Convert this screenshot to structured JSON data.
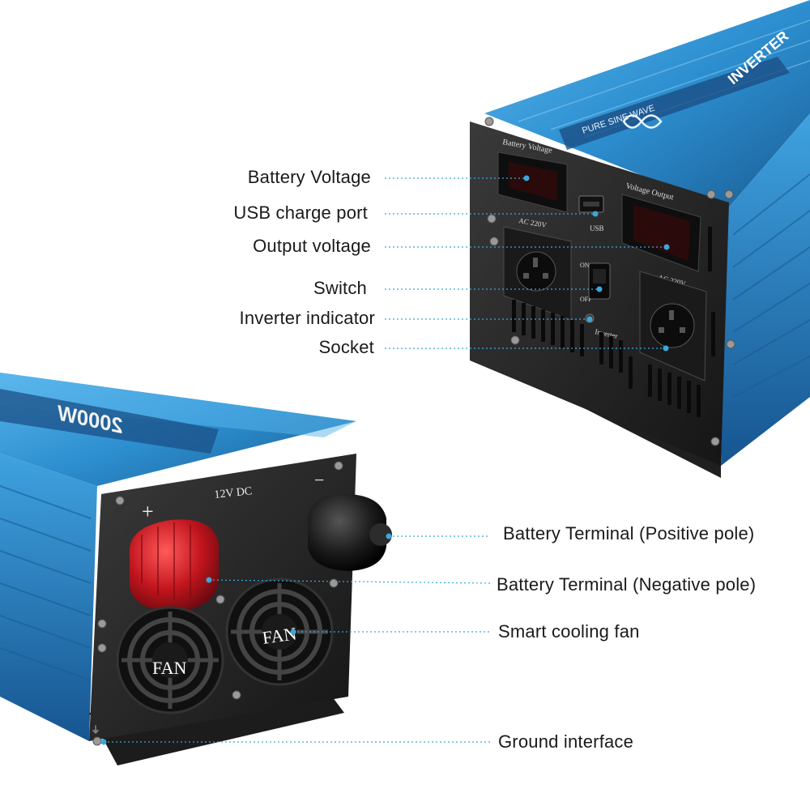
{
  "top_unit": {
    "panel_text": {
      "battery_voltage": "Battery Voltage",
      "voltage_output": "Voltage Output",
      "usb": "USB",
      "ac_left": "AC 220V",
      "ac_right": "AC 220V",
      "switch_on": "ON",
      "switch_off": "OFF",
      "inverter": "Inverter"
    },
    "side_text": {
      "pure_sine_wave": "PURE SINE WAVE",
      "brand_top": "INVERTER"
    },
    "callouts": [
      {
        "id": "battery-voltage",
        "label": "Battery Voltage"
      },
      {
        "id": "usb-charge-port",
        "label": "USB charge port"
      },
      {
        "id": "output-voltage",
        "label": "Output voltage"
      },
      {
        "id": "switch",
        "label": "Switch"
      },
      {
        "id": "inverter-indicator",
        "label": "Inverter indicator"
      },
      {
        "id": "socket",
        "label": "Socket"
      }
    ]
  },
  "bottom_unit": {
    "panel_text": {
      "dc": "12V DC",
      "plus": "+",
      "minus": "−",
      "fan_left": "FAN",
      "fan_right": "FAN",
      "ground_symbol": "⏚"
    },
    "side_text": {
      "power": "2000W"
    },
    "callouts": [
      {
        "id": "battery-positive",
        "label": "Battery Terminal (Positive pole)"
      },
      {
        "id": "battery-negative",
        "label": "Battery Terminal (Negative pole)"
      },
      {
        "id": "cooling-fan",
        "label": "Smart cooling fan"
      },
      {
        "id": "ground",
        "label": "Ground interface"
      }
    ]
  },
  "colors": {
    "housing_blue": "#2d8fd0",
    "housing_dark": "#1a5e96",
    "panel": "#262626",
    "display": "#d11b22",
    "callout_line": "#3aa7db",
    "positive_terminal": "#c0141d"
  }
}
